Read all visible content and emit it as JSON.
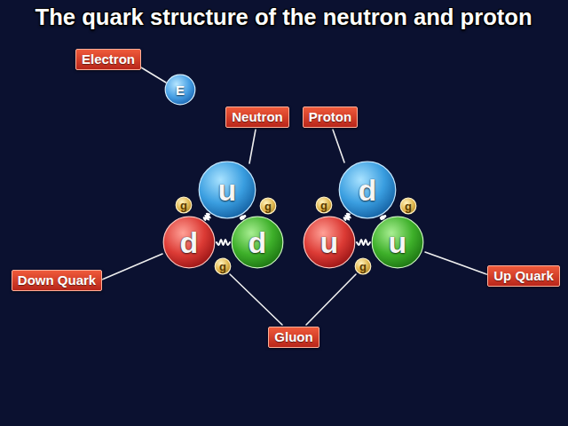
{
  "diagram": {
    "title": "The quark structure of the neutron and proton",
    "nodes": [
      {
        "text": [
          "Electron",
          "E"
        ]
      },
      {
        "text": [
          "Neutron"
        ]
      },
      {
        "text": [
          "u"
        ],
        "in": 1
      },
      {
        "text": [
          "g"
        ],
        "in": 1
      },
      {
        "text": [
          "g"
        ],
        "in": 1
      },
      {
        "text": [
          "d"
        ],
        "in": 1
      },
      {
        "text": [
          "d"
        ],
        "in": 1
      },
      {
        "text": [
          "g"
        ],
        "in": 1
      },
      {
        "text": [
          "Proton"
        ]
      },
      {
        "text": [
          "d"
        ],
        "in": 8
      },
      {
        "text": [
          "g"
        ],
        "in": 8
      },
      {
        "text": [
          "g"
        ],
        "in": 8
      },
      {
        "text": [
          "u"
        ],
        "in": 8
      },
      {
        "text": [
          "u"
        ],
        "in": 8
      },
      {
        "text": [
          "g"
        ],
        "in": 8
      }
    ],
    "edges": [
      {
        "from": 2,
        "to": 5,
        "arrow": "none"
      },
      {
        "from": 2,
        "to": 6,
        "arrow": "none"
      },
      {
        "from": 5,
        "to": 6,
        "arrow": "none"
      },
      {
        "from": 9,
        "to": 12,
        "arrow": "none"
      },
      {
        "from": 9,
        "to": 13,
        "arrow": "none"
      },
      {
        "from": 12,
        "to": 13,
        "arrow": "none"
      }
    ],
    "labels": [
      "Down Quark",
      "Up Quark",
      "Gluon"
    ]
  }
}
